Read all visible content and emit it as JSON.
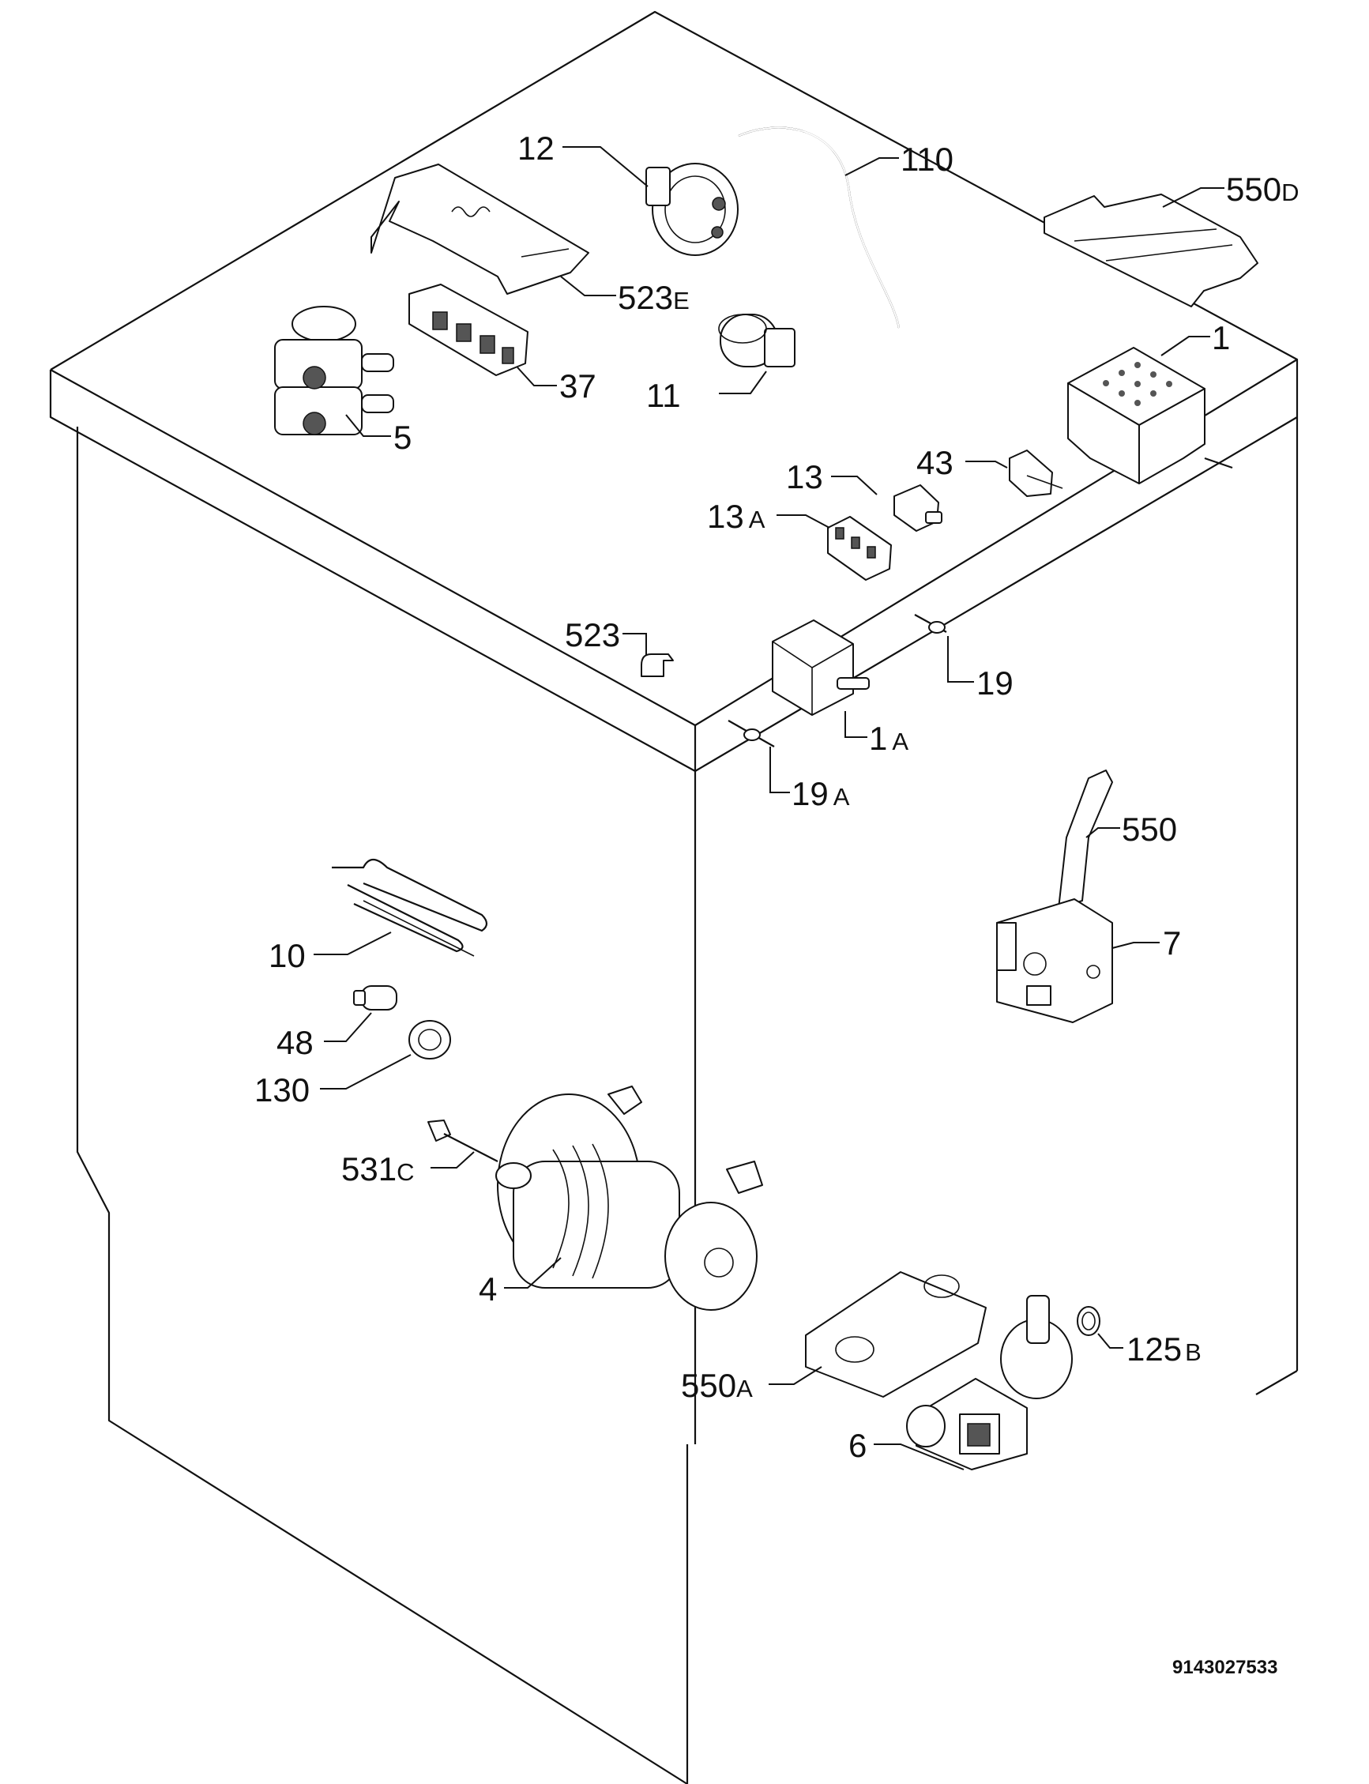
{
  "callouts": [
    {
      "id": "12",
      "num": "12",
      "suffix": ""
    },
    {
      "id": "110",
      "num": "110",
      "suffix": ""
    },
    {
      "id": "550d",
      "num": "550",
      "suffix": "D"
    },
    {
      "id": "523e",
      "num": "523",
      "suffix": "E"
    },
    {
      "id": "37",
      "num": "37",
      "suffix": ""
    },
    {
      "id": "11",
      "num": "11",
      "suffix": ""
    },
    {
      "id": "5",
      "num": "5",
      "suffix": ""
    },
    {
      "id": "1",
      "num": "1",
      "suffix": ""
    },
    {
      "id": "43",
      "num": "43",
      "suffix": ""
    },
    {
      "id": "13",
      "num": "13",
      "suffix": ""
    },
    {
      "id": "13a",
      "num": "13",
      "suffix": "A"
    },
    {
      "id": "523",
      "num": "523",
      "suffix": ""
    },
    {
      "id": "19",
      "num": "19",
      "suffix": ""
    },
    {
      "id": "1a",
      "num": "1",
      "suffix": "A"
    },
    {
      "id": "19a",
      "num": "19",
      "suffix": "A"
    },
    {
      "id": "550",
      "num": "550",
      "suffix": ""
    },
    {
      "id": "7",
      "num": "7",
      "suffix": ""
    },
    {
      "id": "10",
      "num": "10",
      "suffix": ""
    },
    {
      "id": "48",
      "num": "48",
      "suffix": ""
    },
    {
      "id": "130",
      "num": "130",
      "suffix": ""
    },
    {
      "id": "531c",
      "num": "531",
      "suffix": "C"
    },
    {
      "id": "4",
      "num": "4",
      "suffix": ""
    },
    {
      "id": "125b",
      "num": "125",
      "suffix": "B"
    },
    {
      "id": "550a",
      "num": "550",
      "suffix": "A"
    },
    {
      "id": "6",
      "num": "6",
      "suffix": ""
    }
  ],
  "document_number": "9143027533"
}
